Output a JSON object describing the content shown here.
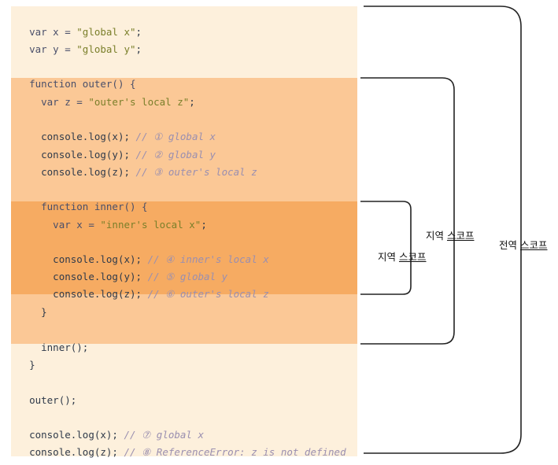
{
  "code": {
    "lines": [
      {
        "pre": "var x = ",
        "str": "\"global x\"",
        "post": ";",
        "comment": ""
      },
      {
        "pre": "var y = ",
        "str": "\"global y\"",
        "post": ";",
        "comment": ""
      },
      {
        "pre": "function outer() {",
        "str": "",
        "post": "",
        "comment": ""
      },
      {
        "pre": "  var z = ",
        "str": "\"outer's local z\"",
        "post": ";",
        "comment": ""
      },
      {
        "pre": "  console.log(x); ",
        "str": "",
        "post": "",
        "comment": "// ① global x"
      },
      {
        "pre": "  console.log(y); ",
        "str": "",
        "post": "",
        "comment": "// ② global y"
      },
      {
        "pre": "  console.log(z); ",
        "str": "",
        "post": "",
        "comment": "// ③ outer's local z"
      },
      {
        "pre": "  function inner() {",
        "str": "",
        "post": "",
        "comment": ""
      },
      {
        "pre": "    var x = ",
        "str": "\"inner's local x\"",
        "post": ";",
        "comment": ""
      },
      {
        "pre": "    console.log(x); ",
        "str": "",
        "post": "",
        "comment": "// ④ inner's local x"
      },
      {
        "pre": "    console.log(y); ",
        "str": "",
        "post": "",
        "comment": "// ⑤ global y"
      },
      {
        "pre": "    console.log(z); ",
        "str": "",
        "post": "",
        "comment": "// ⑥ outer's local z"
      },
      {
        "pre": "  }",
        "str": "",
        "post": "",
        "comment": ""
      },
      {
        "pre": "  inner();",
        "str": "",
        "post": "",
        "comment": ""
      },
      {
        "pre": "}",
        "str": "",
        "post": "",
        "comment": ""
      },
      {
        "pre": "outer();",
        "str": "",
        "post": "",
        "comment": ""
      },
      {
        "pre": "console.log(x); ",
        "str": "",
        "post": "",
        "comment": "// ⑦ global x"
      },
      {
        "pre": "console.log(z); ",
        "str": "",
        "post": "",
        "comment": "// ⑧ ReferenceError: z is not defined"
      }
    ]
  },
  "labels": {
    "inner_local_prefix": "지역 ",
    "inner_local_underlined": "스코프",
    "outer_local_prefix": "지역 ",
    "outer_local_underlined": "스코프",
    "global_prefix": "전역 ",
    "global_underlined": "스코프"
  },
  "colors": {
    "global_background": "#fdf0dc",
    "outer_function_background": "#fbc896",
    "inner_function_background": "#f6ab62",
    "bracket_line": "#222222"
  }
}
